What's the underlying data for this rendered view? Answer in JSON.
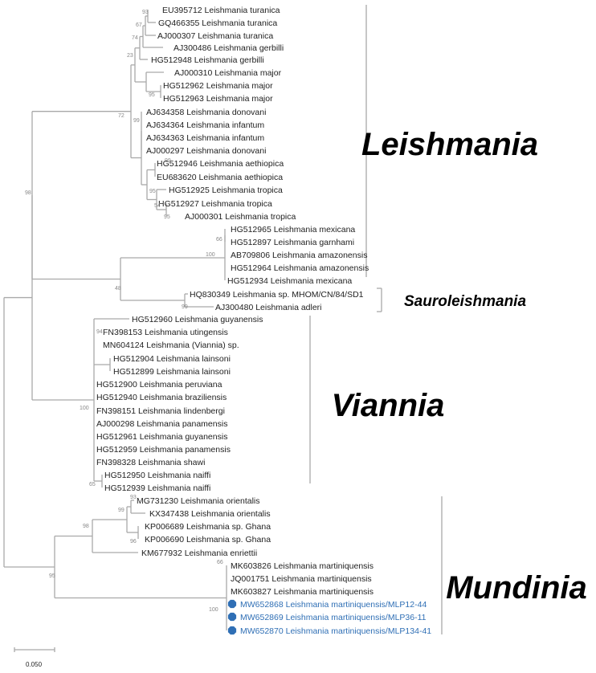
{
  "colors": {
    "branch": "#a9a9a9",
    "highlight": "#2f6fb5",
    "text": "#222222"
  },
  "taxa": [
    "EU395712 Leishmania turanica",
    "GQ466355 Leishmania turanica",
    "AJ000307 Leishmania turanica",
    "AJ300486 Leishmania gerbilli",
    "HG512948 Leishmania gerbilli",
    "AJ000310 Leishmania major",
    "HG512962 Leishmania major",
    "HG512963 Leishmania major",
    "AJ634358 Leishmania donovani",
    "AJ634364 Leishmania infantum",
    "AJ634363 Leishmania infantum",
    "AJ000297 Leishmania donovani",
    "HG512946 Leishmania aethiopica",
    "EU683620 Leishmania aethiopica",
    "HG512925 Leishmania tropica",
    "HG512927 Leishmania tropica",
    "AJ000301 Leishmania tropica",
    "HG512965 Leishmania mexicana",
    "HG512897 Leishmania garnhami",
    "AB709806 Leishmania amazonensis",
    "HG512964 Leishmania amazonensis",
    "HG512934 Leishmania mexicana",
    "HQ830349 Leishmania sp. MHOM/CN/84/SD1",
    "AJ300480 Leishmania adleri",
    "HG512960 Leishmania guyanensis",
    "FN398153 Leishmania utingensis",
    "MN604124 Leishmania (Viannia) sp.",
    "HG512904 Leishmania lainsoni",
    "HG512899 Leishmania lainsoni",
    "HG512900 Leishmania peruviana",
    "HG512940 Leishmania braziliensis",
    "FN398151 Leishmania lindenbergi",
    "AJ000298 Leishmania panamensis",
    "HG512961 Leishmania guyanensis",
    "HG512959 Leishmania panamensis",
    "FN398328 Leishmania shawi",
    "HG512950 Leishmania naiffi",
    "HG512939 Leishmania naiffi",
    "MG731230 Leishmania orientalis",
    "KX347438 Leishmania orientalis",
    "KP006689 Leishmania sp. Ghana",
    "KP006690 Leishmania sp. Ghana",
    "KM677932 Leishmania enriettii",
    "MK603826 Leishmania martiniquensis",
    "JQ001751 Leishmania martiniquensis",
    "MK603827 Leishmania martiniquensis",
    "MW652868 Leishmania martiniquensis/MLP12-44",
    "MW652869 Leishmania martiniquensis/MLP36-11",
    "MW652870 Leishmania martiniquensis/MLP134-41"
  ],
  "highlighted_taxa": [
    46,
    47,
    48
  ],
  "bootstrap": [
    "93",
    "67",
    "74",
    "23",
    "95",
    "72",
    "99",
    "99",
    "95",
    "54",
    "95",
    "98",
    "66",
    "100",
    "48",
    "99",
    "94",
    "100",
    "65",
    "93",
    "99",
    "96",
    "98",
    "95",
    "66",
    "100"
  ],
  "clades": [
    "Leishmania",
    "Sauroleishmania",
    "Viannia",
    "Mundinia"
  ],
  "scale_label": "0.050"
}
